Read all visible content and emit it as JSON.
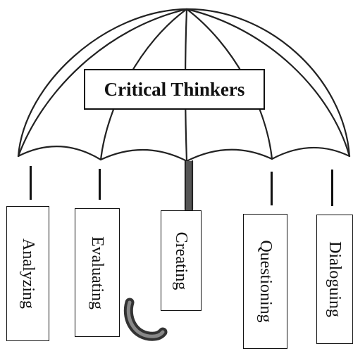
{
  "title": "Critical Thinkers",
  "labels": [
    {
      "text": "Analyzing"
    },
    {
      "text": "Evaluating"
    },
    {
      "text": "Creating"
    },
    {
      "text": "Questioning"
    },
    {
      "text": "Dialoguing"
    }
  ],
  "colors": {
    "stroke": "#111111",
    "background": "#ffffff"
  }
}
